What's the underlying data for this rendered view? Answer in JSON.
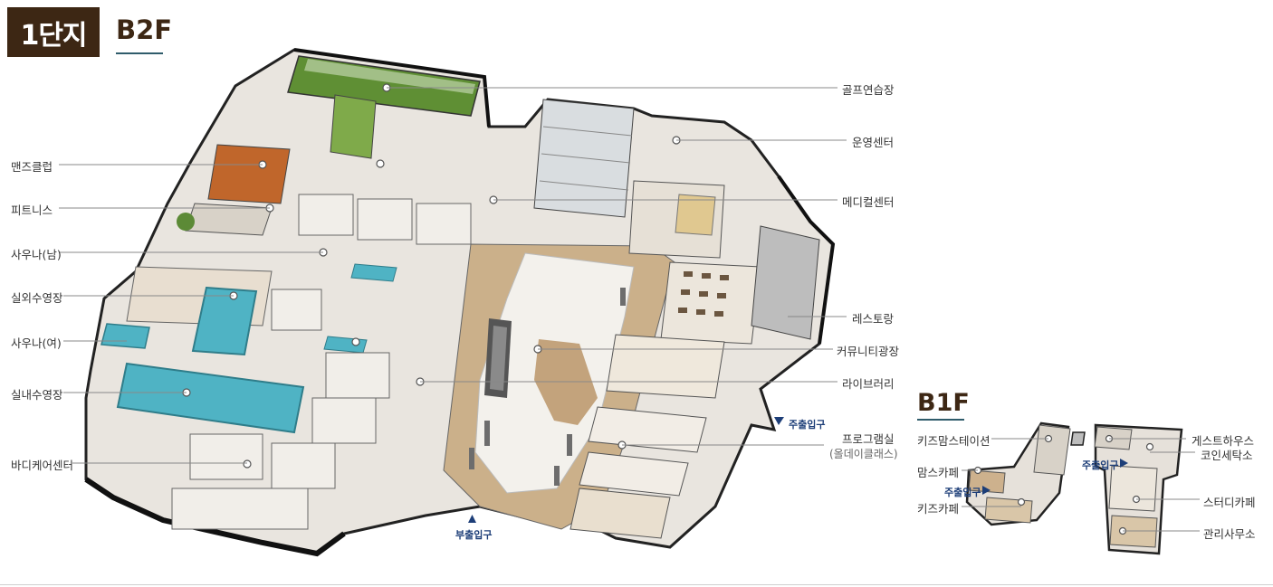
{
  "header": {
    "complex_badge": "1단지",
    "floor_b2": "B2F",
    "floor_b1": "B1F"
  },
  "b2_labels_left": {
    "mens_club": "맨즈클럽",
    "fitness": "피트니스",
    "sauna_men": "사우나(남)",
    "outdoor_pool": "실외수영장",
    "sauna_women": "사우나(여)",
    "indoor_pool": "실내수영장",
    "body_care": "바디케어센터"
  },
  "b2_labels_right": {
    "golf": "골프연습장",
    "operation": "운영센터",
    "medical": "메디컬센터",
    "restaurant": "레스토랑",
    "community_plaza": "커뮤니티광장",
    "library": "라이브러리",
    "program_room": "프로그램실",
    "program_room_sub": "(올데이클래스)"
  },
  "b2_entries": {
    "main_entry": "주출입구",
    "sub_entry": "부출입구"
  },
  "b1_labels": {
    "kids_moms_station": "키즈맘스테이션",
    "moms_cafe": "맘스카페",
    "main_entry_left": "주출입구",
    "kids_cafe": "키즈카페",
    "guest_house": "게스트하우스",
    "coin_laundry": "코인세탁소",
    "main_entry_right": "주출입구",
    "study_cafe": "스터디카페",
    "management_office": "관리사무소"
  },
  "colors": {
    "badge": "#3d2714",
    "floor_text": "#3d2714",
    "entry_text": "#1d3e78",
    "pool": "#4fb3c4",
    "grass": "#6a9a3a",
    "floor_wood": "#c9a57a"
  }
}
